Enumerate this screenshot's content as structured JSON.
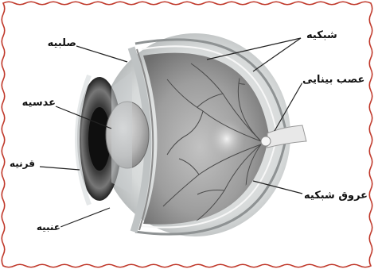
{
  "labels": {
    "sclera": "صلبیه",
    "retina": "شبکیه",
    "optic_nerve": "عصب بینایی",
    "lens": "عدسیه",
    "cornea": "قرنیه",
    "iris": "عنبیه",
    "retinal_vessels": "عروق شبکیه"
  },
  "colors": {
    "frame_border": "#c0392b",
    "sclera": "#d9dcdc",
    "retina": "#9a9a9a",
    "iris": "#3a3a3a",
    "leader": "#222222"
  }
}
